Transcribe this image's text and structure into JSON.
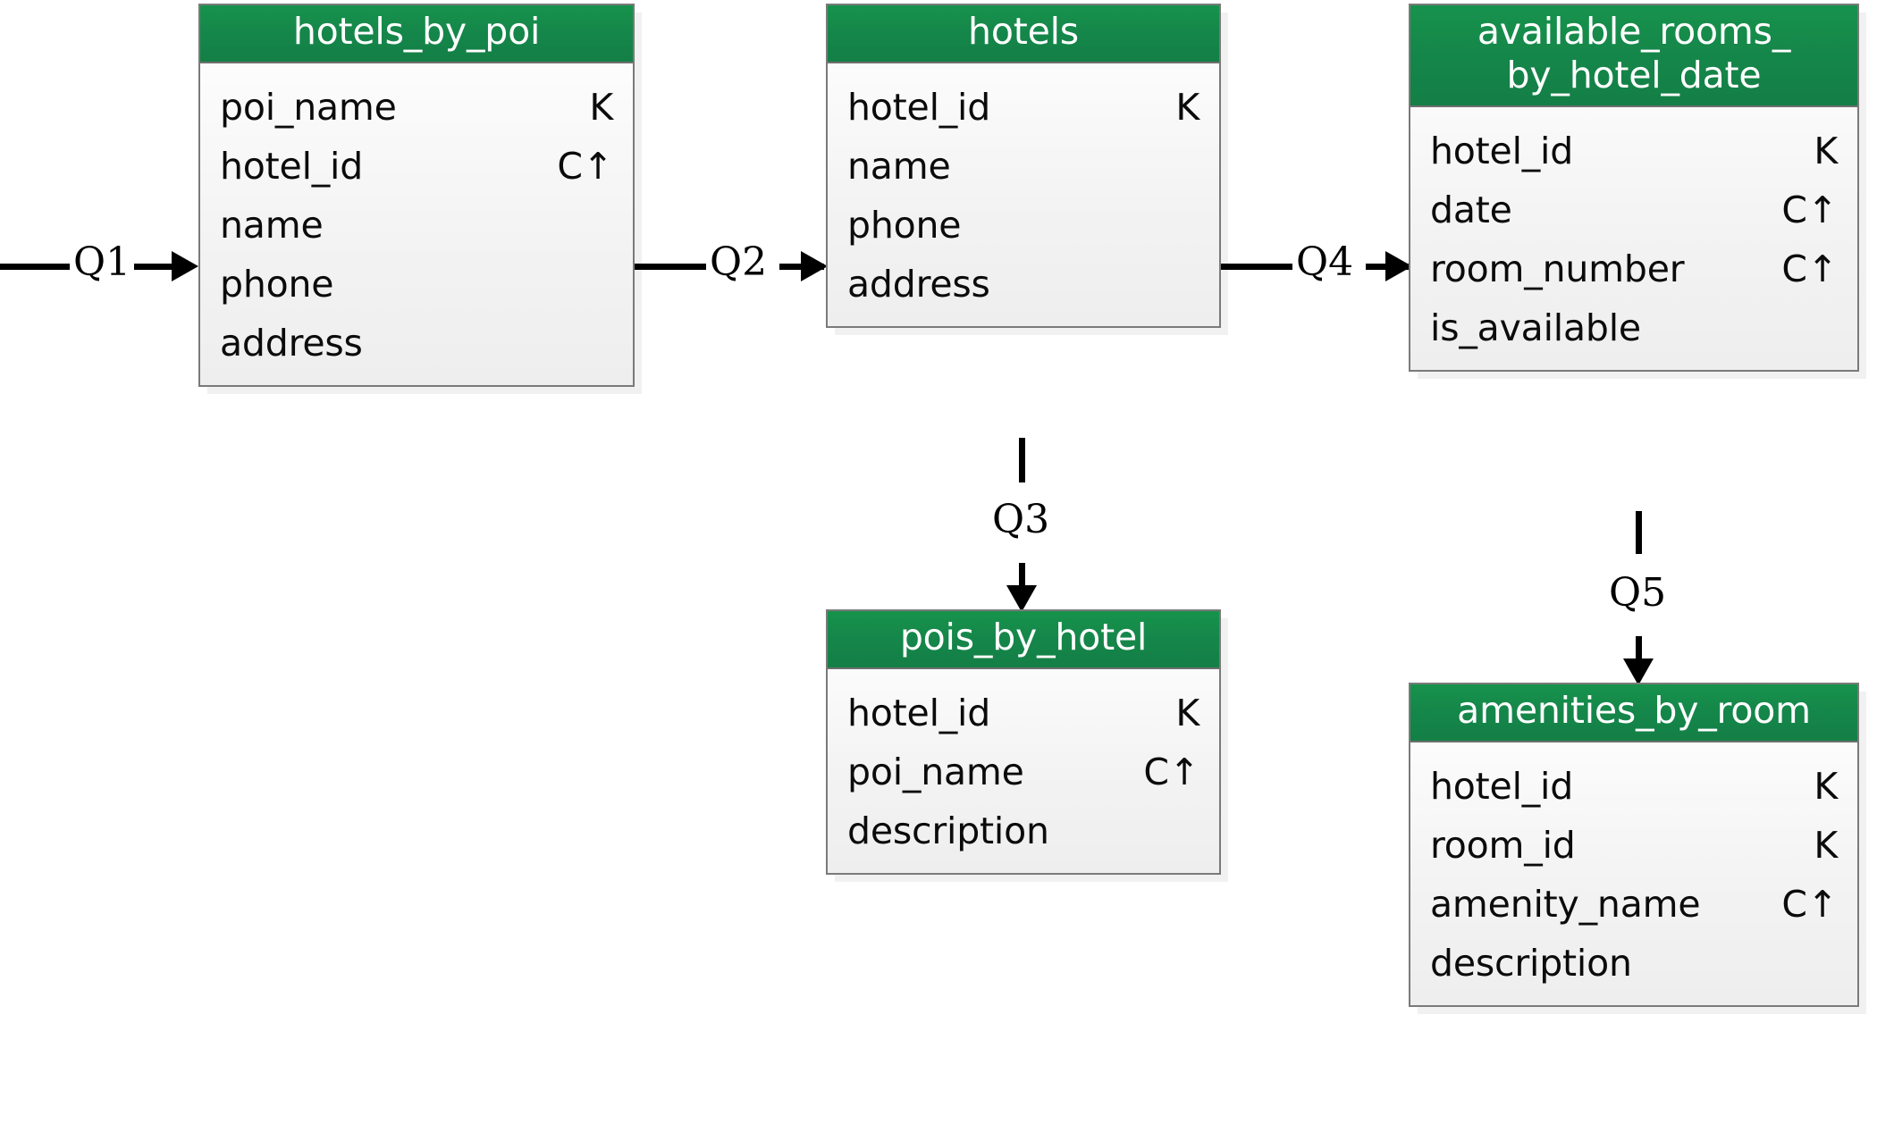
{
  "diagram": {
    "title": "Hotel data model query-driven table diagram",
    "accent_color": "#15874a",
    "box_border_color": "#7a7a7a",
    "text_color": "#0b0b0b",
    "key_marker_partition": "K",
    "key_marker_clustering_asc": "C↑"
  },
  "tables": [
    {
      "id": "hotels_by_poi",
      "name": "hotels_by_poi",
      "fields": [
        {
          "name": "poi_name",
          "key": "K"
        },
        {
          "name": "hotel_id",
          "key": "C↑"
        },
        {
          "name": "name",
          "key": ""
        },
        {
          "name": "phone",
          "key": ""
        },
        {
          "name": "address",
          "key": ""
        }
      ]
    },
    {
      "id": "hotels",
      "name": "hotels",
      "fields": [
        {
          "name": "hotel_id",
          "key": "K"
        },
        {
          "name": "name",
          "key": ""
        },
        {
          "name": "phone",
          "key": ""
        },
        {
          "name": "address",
          "key": ""
        }
      ]
    },
    {
      "id": "available_rooms_by_hotel_date",
      "name": "available_rooms_\nby_hotel_date",
      "fields": [
        {
          "name": "hotel_id",
          "key": "K"
        },
        {
          "name": "date",
          "key": "C↑"
        },
        {
          "name": "room_number",
          "key": "C↑"
        },
        {
          "name": "is_available",
          "key": ""
        }
      ]
    },
    {
      "id": "pois_by_hotel",
      "name": "pois_by_hotel",
      "fields": [
        {
          "name": "hotel_id",
          "key": "K"
        },
        {
          "name": "poi_name",
          "key": "C↑"
        },
        {
          "name": "description",
          "key": ""
        }
      ]
    },
    {
      "id": "amenities_by_room",
      "name": "amenities_by_room",
      "fields": [
        {
          "name": "hotel_id",
          "key": "K"
        },
        {
          "name": "room_id",
          "key": "K"
        },
        {
          "name": "amenity_name",
          "key": "C↑"
        },
        {
          "name": "description",
          "key": ""
        }
      ]
    }
  ],
  "edges": [
    {
      "id": "q1",
      "label": "Q1",
      "from": "",
      "to": "hotels_by_poi",
      "direction": "right"
    },
    {
      "id": "q2",
      "label": "Q2",
      "from": "hotels_by_poi",
      "to": "hotels",
      "direction": "right"
    },
    {
      "id": "q3",
      "label": "Q3",
      "from": "hotels",
      "to": "pois_by_hotel",
      "direction": "down"
    },
    {
      "id": "q4",
      "label": "Q4",
      "from": "hotels",
      "to": "available_rooms_by_hotel_date",
      "direction": "right"
    },
    {
      "id": "q5",
      "label": "Q5",
      "from": "available_rooms_by_hotel_date",
      "to": "amenities_by_room",
      "direction": "down"
    }
  ]
}
